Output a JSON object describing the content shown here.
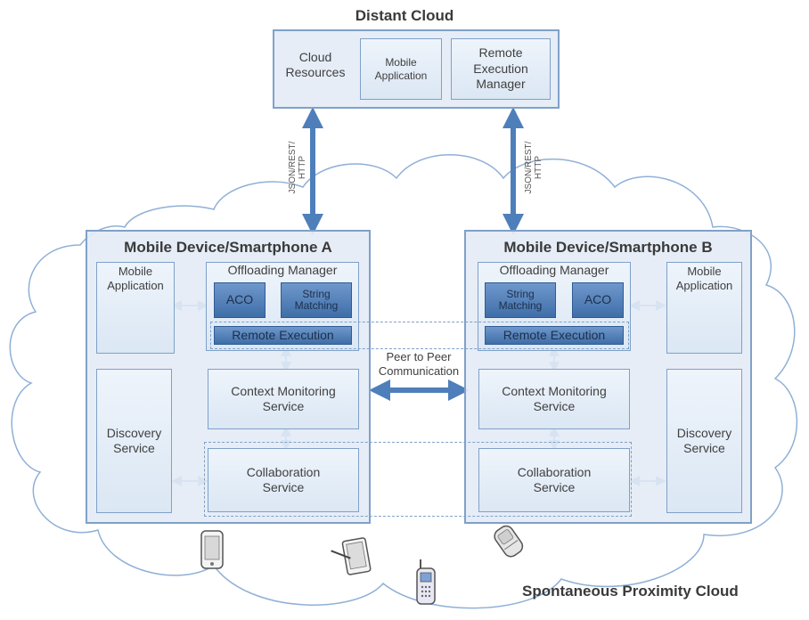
{
  "distant_cloud": {
    "title": "Distant Cloud",
    "cloud_resources": "Cloud\nResources",
    "mobile_application": "Mobile\nApplication",
    "remote_execution_manager": "Remote\nExecution\nManager"
  },
  "protocol_label_left": "JSON/REST/\nHTTP",
  "protocol_label_right": "JSON/REST/\nHTTP",
  "device_a": {
    "title": "Mobile Device/Smartphone A",
    "mobile_application": "Mobile\nApplication",
    "offloading_manager": "Offloading Manager",
    "aco": "ACO",
    "string_matching": "String\nMatching",
    "remote_execution": "Remote Execution",
    "context_monitoring": "Context Monitoring\nService",
    "discovery_service": "Discovery\nService",
    "collaboration_service": "Collaboration\nService"
  },
  "device_b": {
    "title": "Mobile Device/Smartphone B",
    "mobile_application": "Mobile\nApplication",
    "offloading_manager": "Offloading Manager",
    "aco": "ACO",
    "string_matching": "String\nMatching",
    "remote_execution": "Remote Execution",
    "context_monitoring": "Context Monitoring\nService",
    "discovery_service": "Discovery\nService",
    "collaboration_service": "Collaboration\nService"
  },
  "peer_label": "Peer to Peer\nCommunication",
  "proximity_cloud_label": "Spontaneous Proximity Cloud",
  "icons": [
    "tree-icon",
    "smartphone-icon",
    "tablet-icon",
    "flip-phone-icon",
    "feature-phone-icon",
    "double-arrow-icon",
    "cloud-outline"
  ],
  "colors": {
    "frame_border": "#7fa1c8",
    "box_fill": "#dbe7f4",
    "dark_fill": "#4f7fba",
    "cloud_outline": "#8fb0d6"
  }
}
